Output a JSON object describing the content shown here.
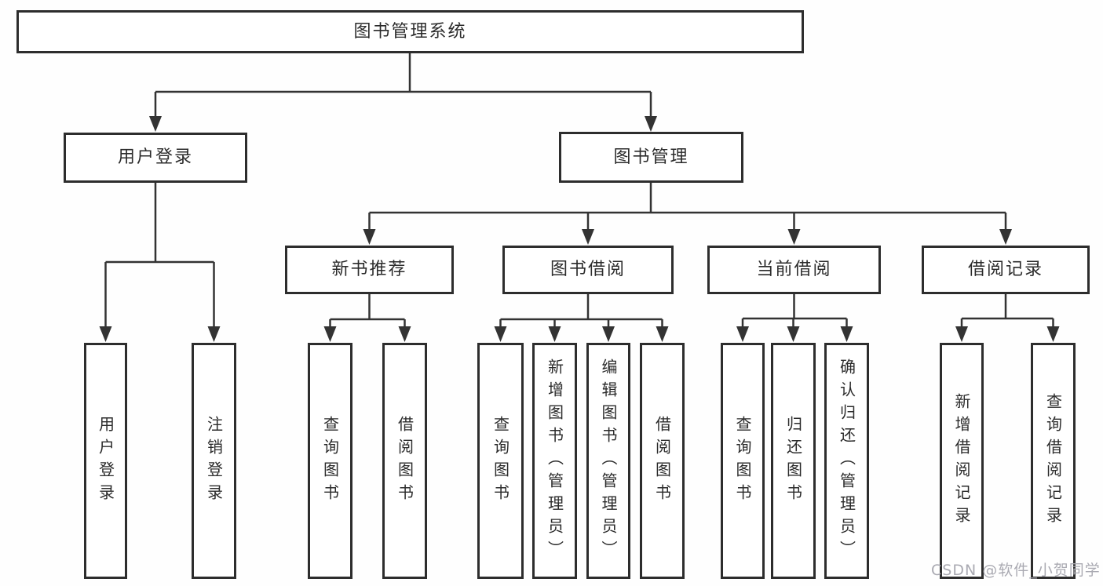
{
  "diagram": {
    "tree": {
      "label": "图书管理系统",
      "children": [
        {
          "label": "用户登录",
          "children": [
            {
              "label": "用户登录"
            },
            {
              "label": "注销登录"
            }
          ]
        },
        {
          "label": "图书管理",
          "children": [
            {
              "label": "新书推荐",
              "children": [
                {
                  "label": "查询图书"
                },
                {
                  "label": "借阅图书"
                }
              ]
            },
            {
              "label": "图书借阅",
              "children": [
                {
                  "label": "查询图书"
                },
                {
                  "label": "新增图书（管理员）"
                },
                {
                  "label": "编辑图书（管理员）"
                },
                {
                  "label": "借阅图书"
                }
              ]
            },
            {
              "label": "当前借阅",
              "children": [
                {
                  "label": "查询图书"
                },
                {
                  "label": "归还图书"
                },
                {
                  "label": "确认归还（管理员）"
                }
              ]
            },
            {
              "label": "借阅记录",
              "children": [
                {
                  "label": "新增借阅记录"
                },
                {
                  "label": "查询借阅记录"
                }
              ]
            }
          ]
        }
      ]
    },
    "colors": {
      "line": "#333333",
      "box_border": "#2d2d2d",
      "text": "#2b2b2b",
      "background": "#ffffff"
    }
  },
  "watermark": {
    "text": "CSDN @软件_小贺同学",
    "color": "#aaaab2"
  }
}
